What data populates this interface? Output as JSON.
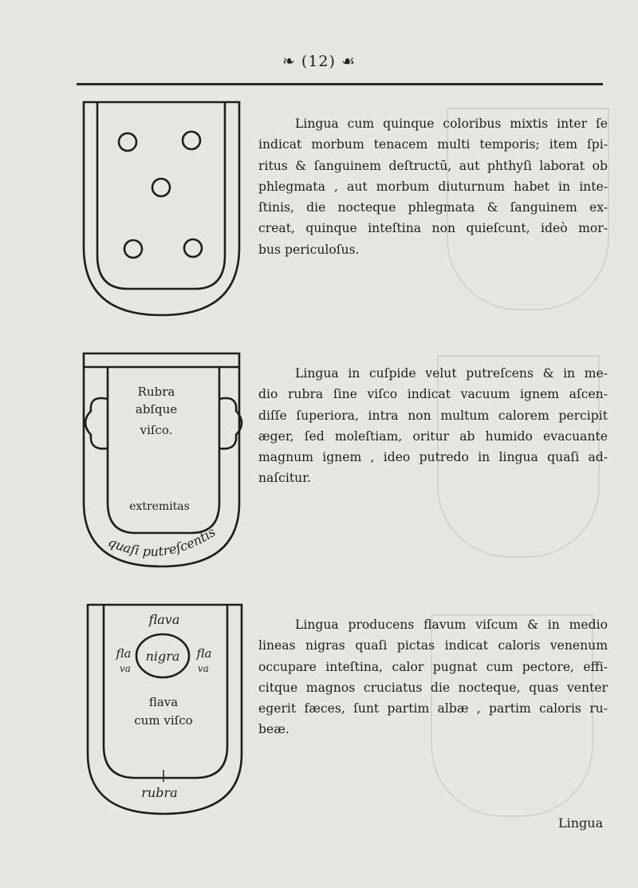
{
  "header": {
    "page_number": "(12)",
    "ornament_left": "❧",
    "ornament_right": "☙"
  },
  "sections": [
    {
      "lines": [
        "Lingua cum quinque coloribus mixtis inter ſe",
        "indicat morbum tenacem multi temporis; item ſpi-",
        "ritus & ſanguinem deſtructū, aut phthyſi laborat ob",
        "phlegmata , aut morbum diuturnum habet in inte-",
        "ſtinis, die nocteque phlegmata & ſanguinem ex-",
        "creat, quinque inteſtina non quieſcunt, ideò mor-",
        "bus periculoſus."
      ],
      "diagram_labels": []
    },
    {
      "lines": [
        "Lingua in cuſpide velut putreſcens & in me-",
        "dio rubra ſine viſco indicat vacuum ignem aſcen-",
        "diſſe ſuperiora, intra non multum calorem percipit",
        "æger, ſed moleſtiam, oritur ab humido evacuante",
        "magnum ignem , ideo putredo in lingua quaſi ad-",
        "naſcitur."
      ],
      "diagram_labels": {
        "top1": "Rubra",
        "top2": "abſque",
        "top3": "viſco.",
        "mid": "extremitas",
        "bottom": "quaſi putreſcentis"
      }
    },
    {
      "lines": [
        "Lingua producens flavum viſcum & in medio",
        "lineas nigras quaſi pictas indicat caloris venenum",
        "occupare inteſtina, calor pugnat cum pectore, effi-",
        "citque magnos cruciatus die nocteque, quas venter",
        "egerit fæces, ſunt partim albæ , partim caloris ru-",
        "beæ."
      ],
      "diagram_labels": {
        "top": "flava",
        "left1": "fla",
        "left2": "va",
        "center": "nigra",
        "right1": "fla",
        "right2": "va",
        "mid1": "flava",
        "mid2": "cum viſco",
        "bottom": "rubra"
      }
    }
  ],
  "footer": {
    "catchword": "Lingua"
  }
}
